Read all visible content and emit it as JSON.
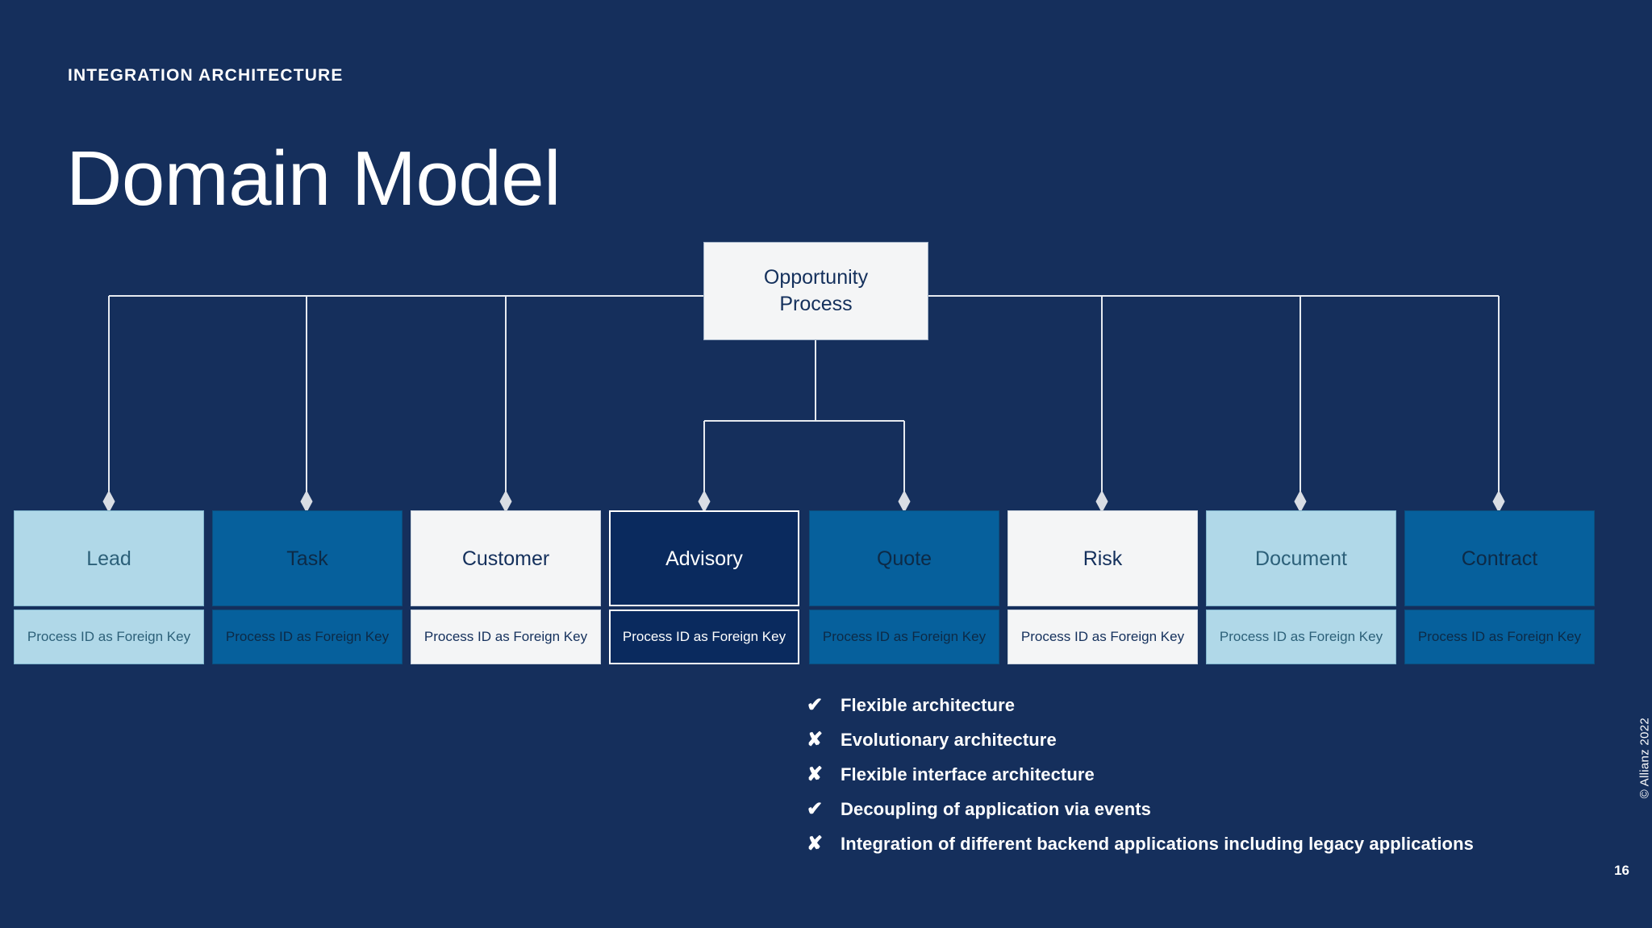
{
  "slide": {
    "eyebrow": "INTEGRATION ARCHITECTURE",
    "title": "Domain Model",
    "background_color": "#152f5c"
  },
  "diagram": {
    "root": {
      "label": "Opportunity\nProcess",
      "fill": "#f4f5f6",
      "text_color": "#14305c"
    },
    "connector_color": "#e6eaf0",
    "entities": [
      {
        "name": "Lead",
        "detail": "Process ID as Foreign Key",
        "theme": "light",
        "fill": "#b0d8e8",
        "text_color": "#2c6079",
        "highlighted": false
      },
      {
        "name": "Task",
        "detail": "Process ID as Foreign Key",
        "theme": "mid",
        "fill": "#06609c",
        "text_color": "#0d2a46",
        "highlighted": false
      },
      {
        "name": "Customer",
        "detail": "Process ID as Foreign Key",
        "theme": "white",
        "fill": "#f4f5f6",
        "text_color": "#14305c",
        "highlighted": false
      },
      {
        "name": "Advisory",
        "detail": "Process ID as Foreign Key",
        "theme": "dark",
        "fill": "#0a2a5e",
        "text_color": "#ffffff",
        "highlighted": true
      },
      {
        "name": "Quote",
        "detail": "Process ID as Foreign Key",
        "theme": "mid",
        "fill": "#06609c",
        "text_color": "#0d2a46",
        "highlighted": false
      },
      {
        "name": "Risk",
        "detail": "Process ID as Foreign Key",
        "theme": "white",
        "fill": "#f4f5f6",
        "text_color": "#14305c",
        "highlighted": false
      },
      {
        "name": "Document",
        "detail": "Process ID as Foreign Key",
        "theme": "light",
        "fill": "#b0d8e8",
        "text_color": "#2c6079",
        "highlighted": false
      },
      {
        "name": "Contract",
        "detail": "Process ID as Foreign Key",
        "theme": "mid",
        "fill": "#06609c",
        "text_color": "#0d2a46",
        "highlighted": false
      }
    ]
  },
  "bullets": [
    {
      "mark": "check-icon",
      "glyph": "✔",
      "text": "Flexible architecture"
    },
    {
      "mark": "cross-icon",
      "glyph": "✘",
      "text": "Evolutionary architecture"
    },
    {
      "mark": "cross-icon",
      "glyph": "✘",
      "text": "Flexible interface architecture"
    },
    {
      "mark": "check-icon",
      "glyph": "✔",
      "text": "Decoupling of application via events"
    },
    {
      "mark": "cross-icon",
      "glyph": "✘",
      "text": "Integration of different backend applications including legacy applications"
    }
  ],
  "footer": {
    "copyright": "© Allianz 2022",
    "page_number": "16"
  }
}
